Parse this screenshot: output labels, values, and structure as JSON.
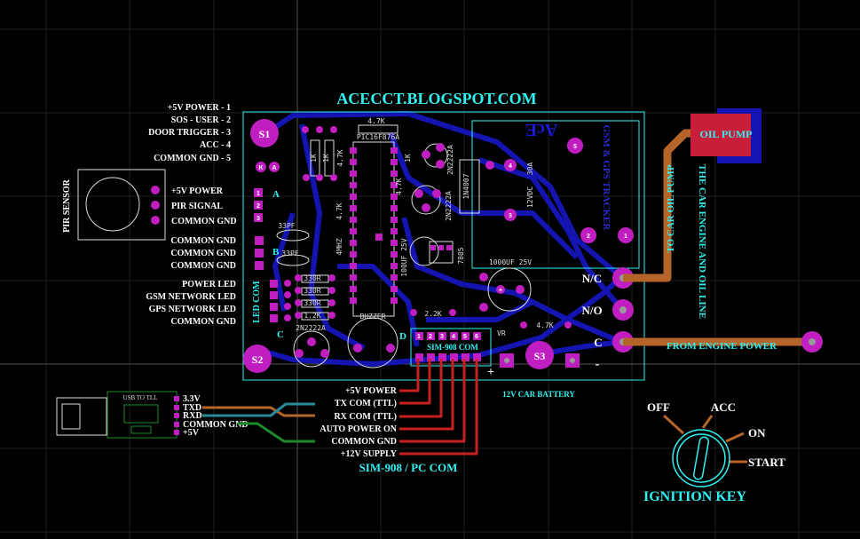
{
  "title": "ACECCT.BLOGSPOT.COM",
  "header_labels": [
    "+5V POWER - 1",
    "SOS - USER - 2",
    "DOOR TRIGGER - 3",
    "ACC - 4",
    "COMMON GND - 5"
  ],
  "pir": {
    "name": "PIR SENSOR",
    "pins": [
      "+5V POWER",
      "PIR SIGNAL",
      "COMMON GND"
    ]
  },
  "gnd_labels": [
    "COMMON GND",
    "COMMON GND",
    "COMMON GND"
  ],
  "led_labels": [
    "POWER LED",
    "GSM NETWORK LED",
    "GPS NETWORK LED",
    "COMMON GND"
  ],
  "usb": {
    "name": "USB TO TLL",
    "pins": [
      "3.3V",
      "TXD",
      "RXD",
      "COMMON GND",
      "+5V"
    ]
  },
  "com_labels": [
    "+5V POWER",
    "TX COM (TTL)",
    "RX COM (TTL)",
    "AUTO POWER ON",
    "COMMON GND",
    "+12V SUPPLY"
  ],
  "com_title": "SIM-908 / PC COM",
  "battery": "12V CAR BATTERY",
  "relay": {
    "pins": [
      "N/C",
      "N/O",
      "C"
    ],
    "specs": [
      "30A",
      "12VDC"
    ],
    "pad_numbers": [
      "1",
      "2",
      "3",
      "4",
      "5"
    ]
  },
  "oil_pump": {
    "label": "OIL PUMP",
    "vertical_1": "TO CAR OIL PUMP",
    "vertical_2": "THE CAR ENGINE AND OIL LINE"
  },
  "engine_power": "FROM ENGINE POWER",
  "ignition": {
    "title": "IGNITION KEY",
    "positions": [
      "OFF",
      "ACC",
      "ON",
      "START"
    ]
  },
  "switches": [
    "S1",
    "S2",
    "S3"
  ],
  "pcb_silk": {
    "mcu": "PIC16F876A",
    "header_name": "SIM-908 COM",
    "header_pins": [
      "1",
      "2",
      "3",
      "4",
      "5",
      "6"
    ],
    "buzzer": "BUZZER",
    "led_com": "LED COM",
    "crystal": "4MHZ",
    "resistors": [
      "4.7K",
      "4.7K",
      "1K",
      "1K",
      "4.7K",
      "1.2K",
      "330R",
      "330R",
      "330R",
      "2.2K",
      "4.7K",
      "1K",
      "4.7K"
    ],
    "caps": [
      "33PF",
      "33PF",
      "100UF 25V",
      "1000UF 25V"
    ],
    "transistors": [
      "2N2222A",
      "2N2222A",
      "2N2222A"
    ],
    "diode": "1N4007",
    "regulator": "7805",
    "vr": "VR",
    "relay_label": "GSM & GPS TRACKER",
    "relay_label_2": "AcE",
    "plus": "+",
    "minus": "-",
    "sw_letters": [
      "A",
      "B",
      "C",
      "D"
    ],
    "ka": [
      "K",
      "A"
    ],
    "sot_pins": [
      "1",
      "2",
      "3"
    ]
  },
  "colors": {
    "background": "#000000",
    "grid": "#1f1f1f",
    "board_outline": "#2ff2f2",
    "trace": "#1212a8",
    "pad": "#c01ec0",
    "wire_red": "#c82020",
    "wire_teal": "#2a8a9a",
    "wire_green": "#1e8a2a",
    "wire_brown": "#b5652a",
    "oil_pump_fill": "#c81e3a"
  }
}
